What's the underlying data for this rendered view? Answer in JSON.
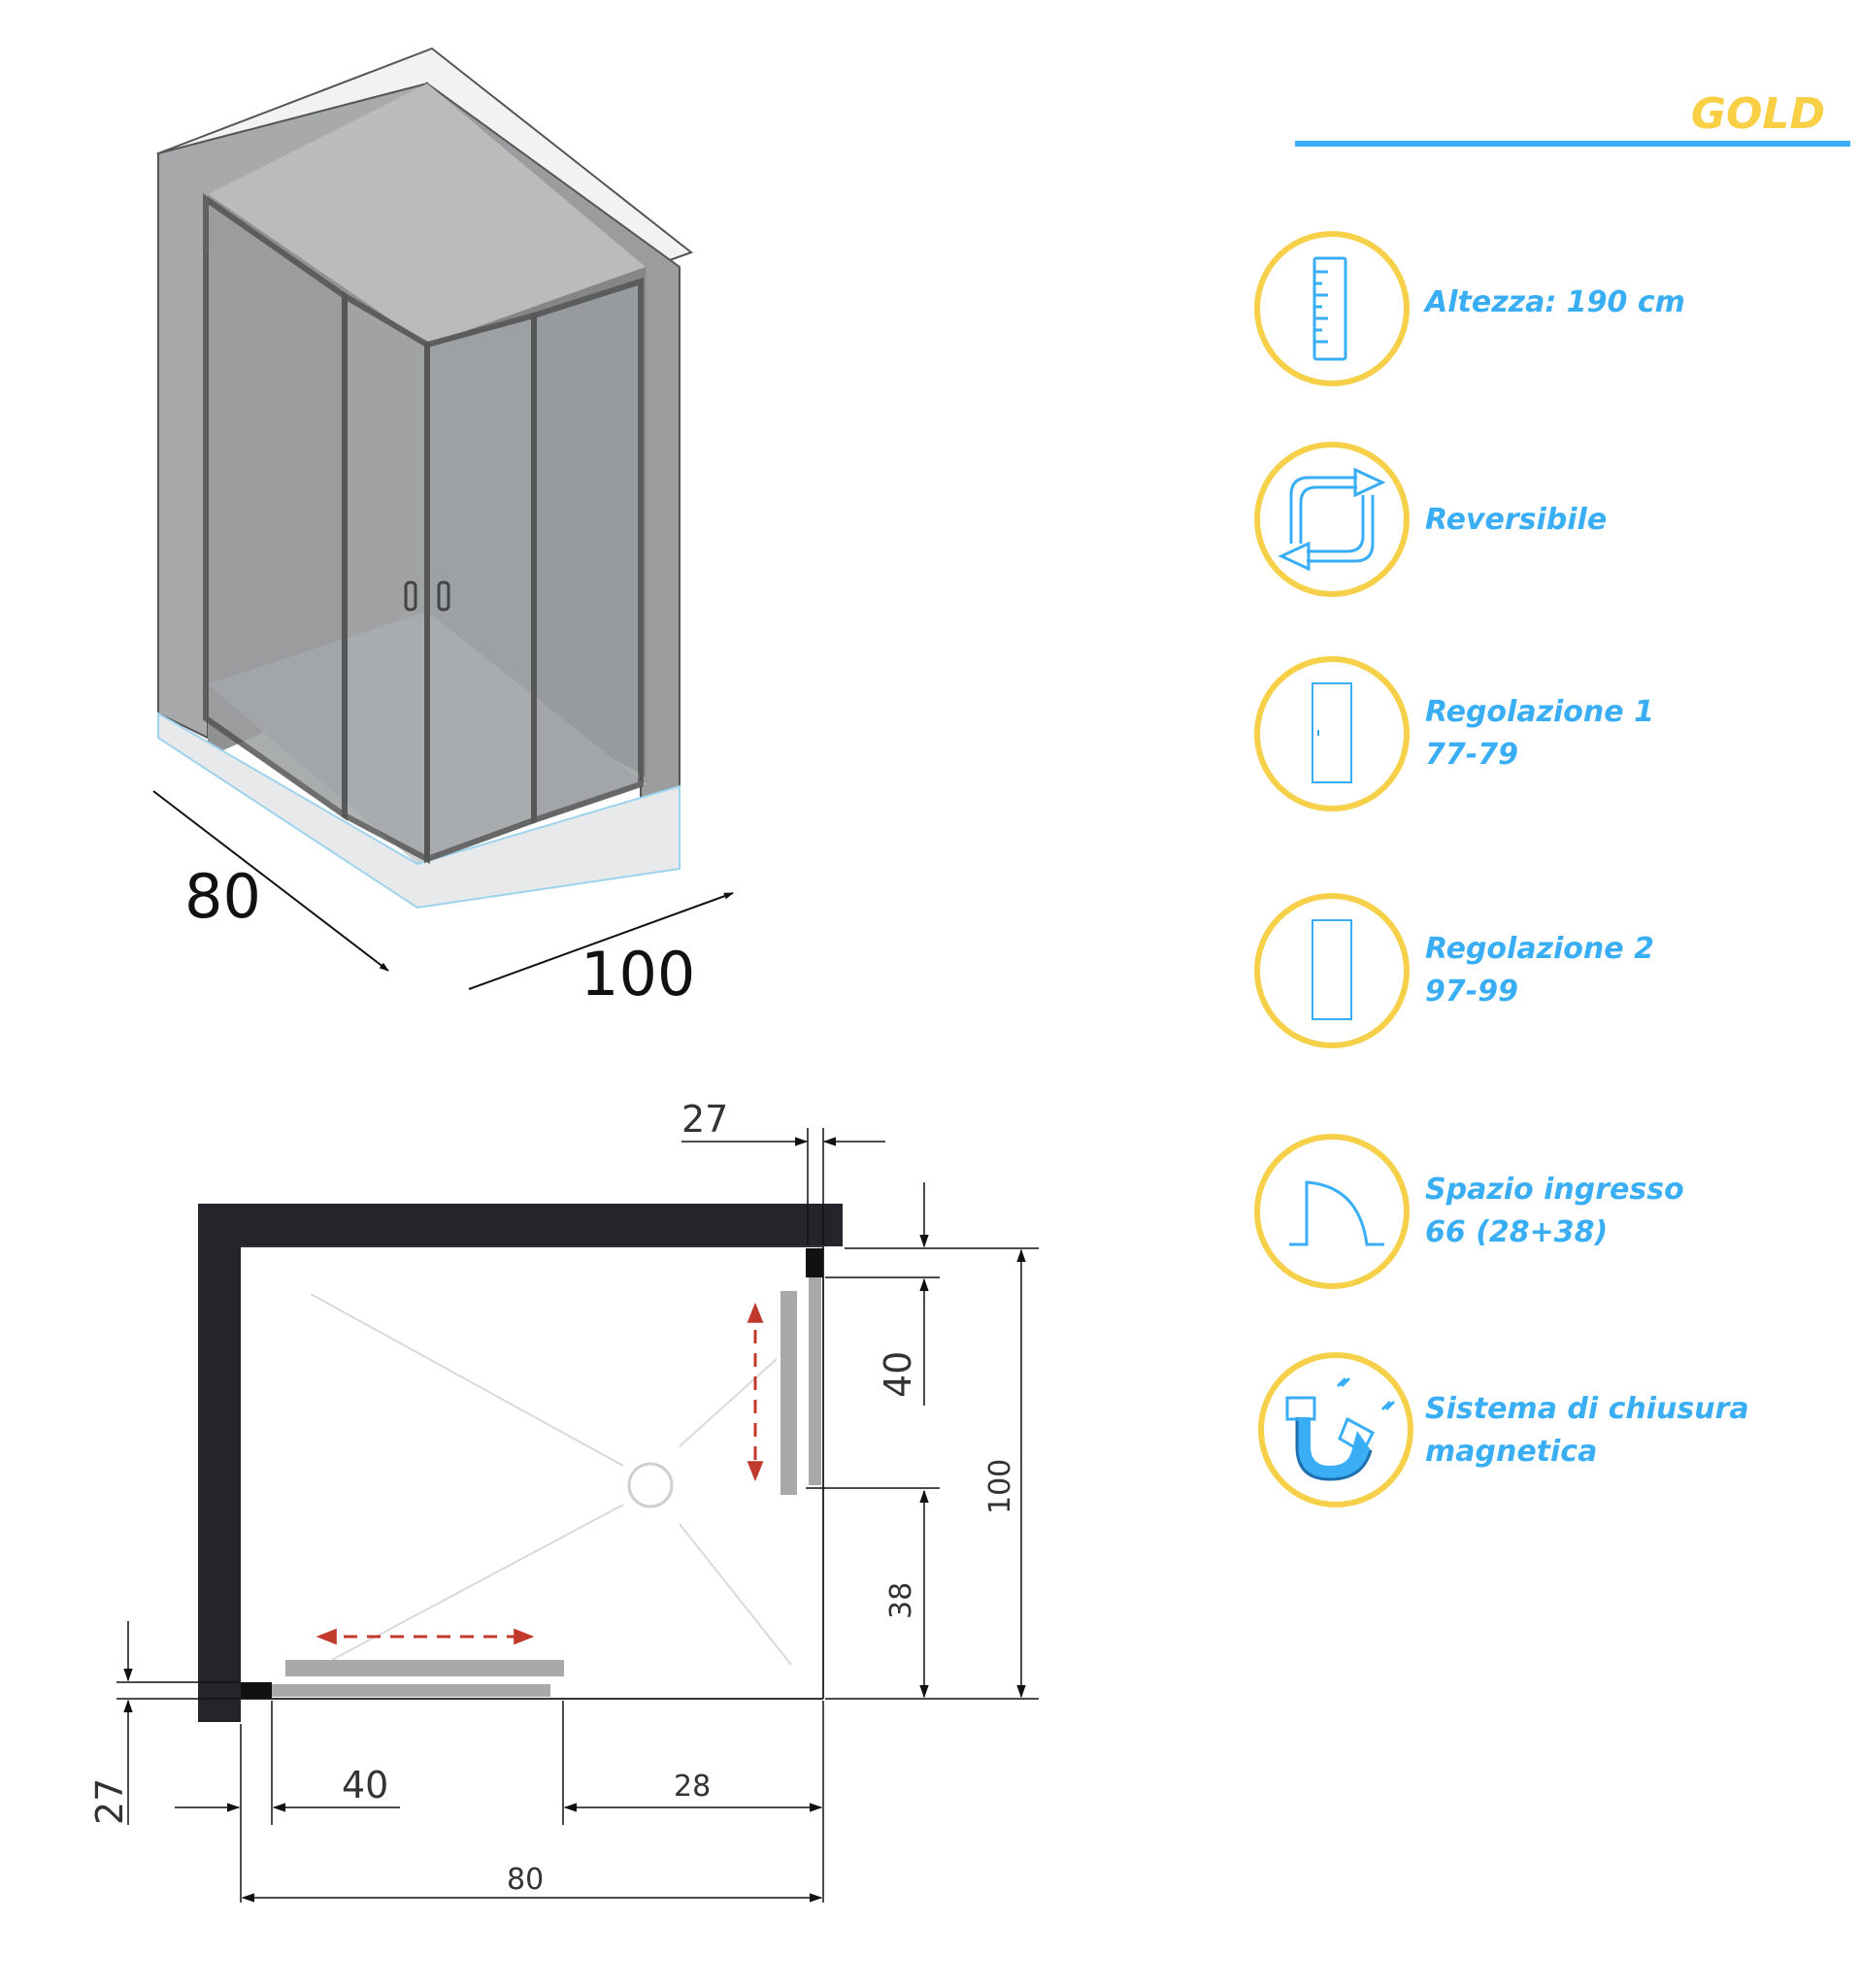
{
  "colors": {
    "accent_blue": "#3aaef5",
    "brand_yellow": "#f8cf45",
    "ring_yellow": "#f7d04a",
    "arrow_red": "#c0392b",
    "wall_dark": "#23252b"
  },
  "brand": {
    "label": "GOLD"
  },
  "features": [
    {
      "icon": "ruler-icon",
      "lines": [
        "Altezza: 190 cm"
      ]
    },
    {
      "icon": "reverse-arrows-icon",
      "lines": [
        "Reversibile"
      ]
    },
    {
      "icon": "door-panel-icon",
      "lines": [
        "Regolazione 1",
        "77-79"
      ]
    },
    {
      "icon": "fixed-panel-icon",
      "lines": [
        "Regolazione 2",
        "97-99"
      ]
    },
    {
      "icon": "door-swing-icon",
      "lines": [
        "Spazio ingresso",
        "66 (28+38)"
      ]
    },
    {
      "icon": "magnet-icon",
      "lines": [
        "Sistema di chiusura",
        "magnetica"
      ]
    }
  ],
  "iso_view": {
    "depth_label": "80",
    "width_label": "100"
  },
  "plan_view": {
    "dims": {
      "top_gap": "27",
      "right_door": "40",
      "right_fixed": "38",
      "right_total": "100",
      "left_gap": "27",
      "bottom_door": "40",
      "bottom_fixed": "28",
      "bottom_total": "80"
    }
  }
}
